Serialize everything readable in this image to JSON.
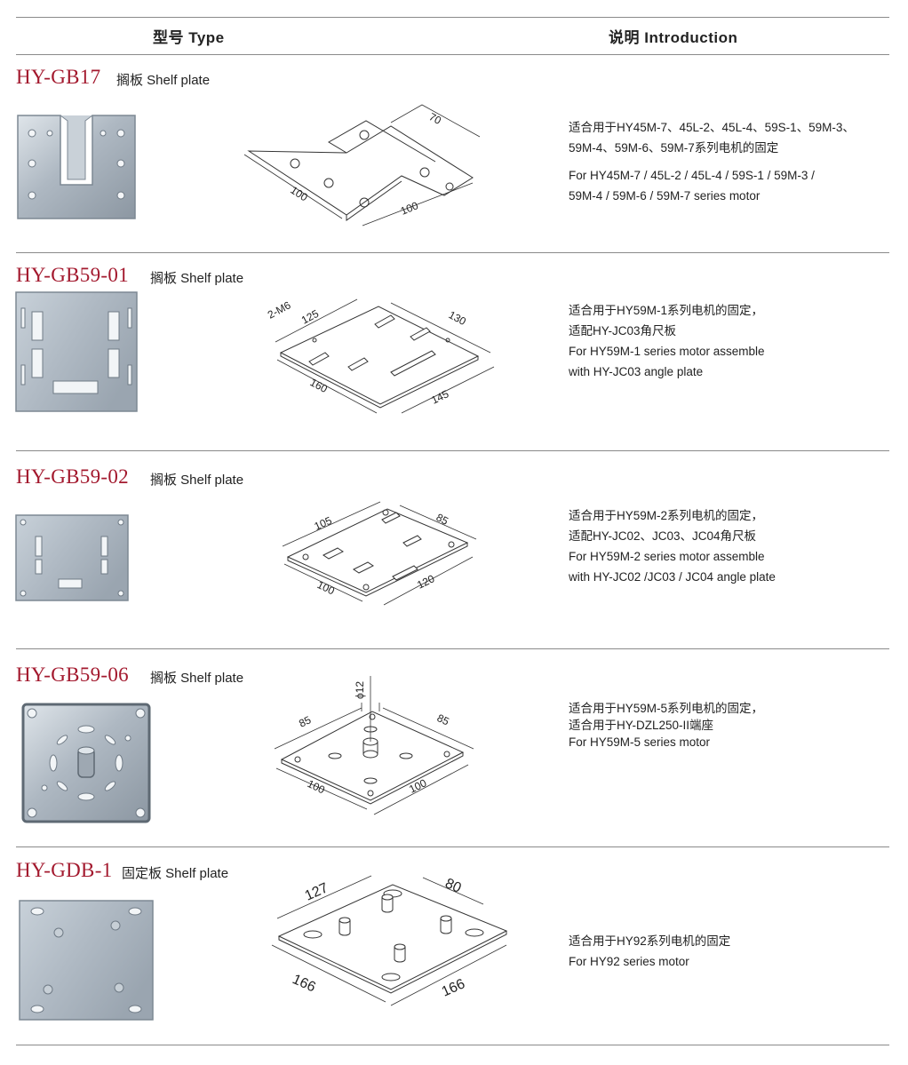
{
  "header": {
    "type_label": "型号 Type",
    "intro_label": "说明 Introduction"
  },
  "products": [
    {
      "code": "HY-GB17",
      "type": "搁板 Shelf plate",
      "dims": [
        "70",
        "100",
        "100"
      ],
      "desc_cn": [
        "适合用于HY45M-7、45L-2、45L-4、59S-1、59M-3、",
        "59M-4、59M-6、59M-7系列电机的固定"
      ],
      "desc_en": [
        "For HY45M-7 / 45L-2 / 45L-4 / 59S-1 / 59M-3 /",
        "59M-4 / 59M-6 / 59M-7 series motor"
      ]
    },
    {
      "code": "HY-GB59-01",
      "type": "搁板 Shelf plate",
      "dims": [
        "2-M6",
        "125",
        "130",
        "160",
        "145"
      ],
      "desc_cn": [
        "适合用于HY59M-1系列电机的固定，",
        "适配HY-JC03角尺板"
      ],
      "desc_en": [
        "For HY59M-1 series motor assemble",
        "with HY-JC03 angle plate"
      ]
    },
    {
      "code": "HY-GB59-02",
      "type": "搁板 Shelf plate",
      "dims": [
        "105",
        "85",
        "100",
        "120"
      ],
      "desc_cn": [
        "适合用于HY59M-2系列电机的固定，",
        "适配HY-JC02、JC03、JC04角尺板"
      ],
      "desc_en": [
        "For HY59M-2 series motor assemble",
        "with HY-JC02 /JC03 /  JC04 angle plate"
      ]
    },
    {
      "code": "HY-GB59-06",
      "type": "搁板 Shelf plate",
      "dims": [
        "ϕ12",
        "85",
        "85",
        "100",
        "100"
      ],
      "desc_cn": [
        "适合用于HY59M-5系列电机的固定，",
        "适合用于HY-DZL250-II端座"
      ],
      "desc_en": [
        "For HY59M-5 series motor"
      ]
    },
    {
      "code": "HY-GDB-1",
      "type": "固定板 Shelf plate",
      "dims": [
        "127",
        "80",
        "166",
        "166"
      ],
      "desc_cn": [
        "适合用于HY92系列电机的固定"
      ],
      "desc_en": [
        "For HY92 series motor"
      ]
    }
  ],
  "colors": {
    "code_red": "#a3192e",
    "rule_gray": "#8a8a8a",
    "metal": "#b9c2cb"
  }
}
